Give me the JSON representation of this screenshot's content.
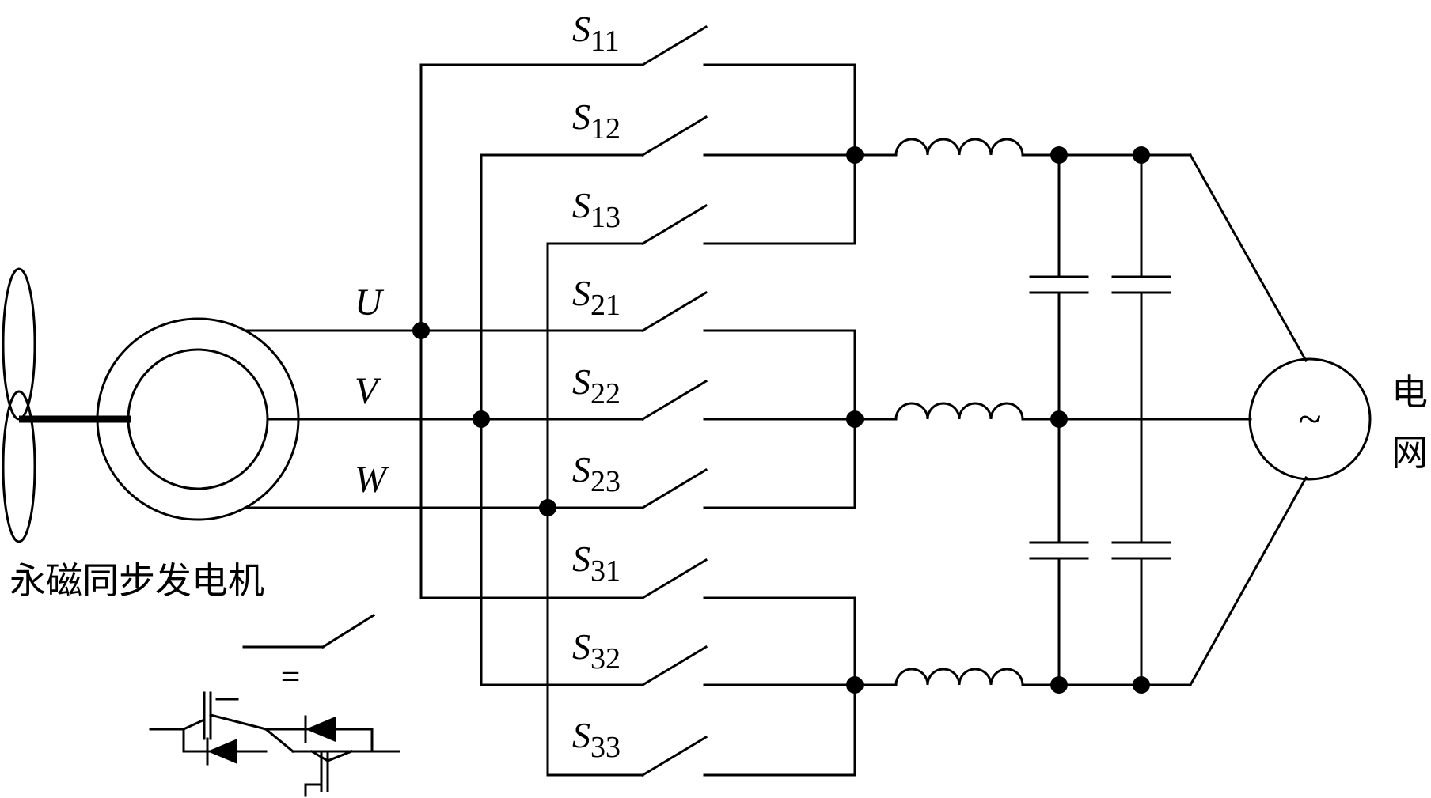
{
  "phase_labels": [
    "U",
    "V",
    "W"
  ],
  "switches": [
    {
      "name": "S",
      "sub": "11"
    },
    {
      "name": "S",
      "sub": "12"
    },
    {
      "name": "S",
      "sub": "13"
    },
    {
      "name": "S",
      "sub": "21"
    },
    {
      "name": "S",
      "sub": "22"
    },
    {
      "name": "S",
      "sub": "23"
    },
    {
      "name": "S",
      "sub": "31"
    },
    {
      "name": "S",
      "sub": "32"
    },
    {
      "name": "S",
      "sub": "33"
    }
  ],
  "generator_label": "永磁同步发电机",
  "grid_label": [
    "电",
    "网"
  ],
  "source_symbol": "~",
  "equivalence_symbol": "="
}
